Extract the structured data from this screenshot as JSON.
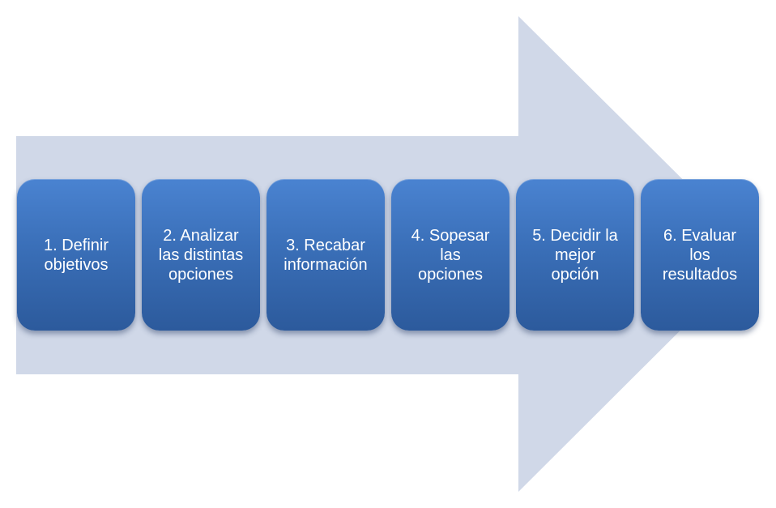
{
  "diagram": {
    "arrow_color": "#d0d8e8",
    "box_color": "#3c72bd",
    "text_color": "#ffffff",
    "steps": [
      {
        "label": "1. Definir\nobjetivos"
      },
      {
        "label": "2. Analizar\nlas distintas\nopciones"
      },
      {
        "label": "3. Recabar\ninformación"
      },
      {
        "label": "4. Sopesar\nlas\nopciones"
      },
      {
        "label": "5. Decidir la\nmejor\nopción"
      },
      {
        "label": "6. Evaluar\nlos\nresultados"
      }
    ]
  }
}
